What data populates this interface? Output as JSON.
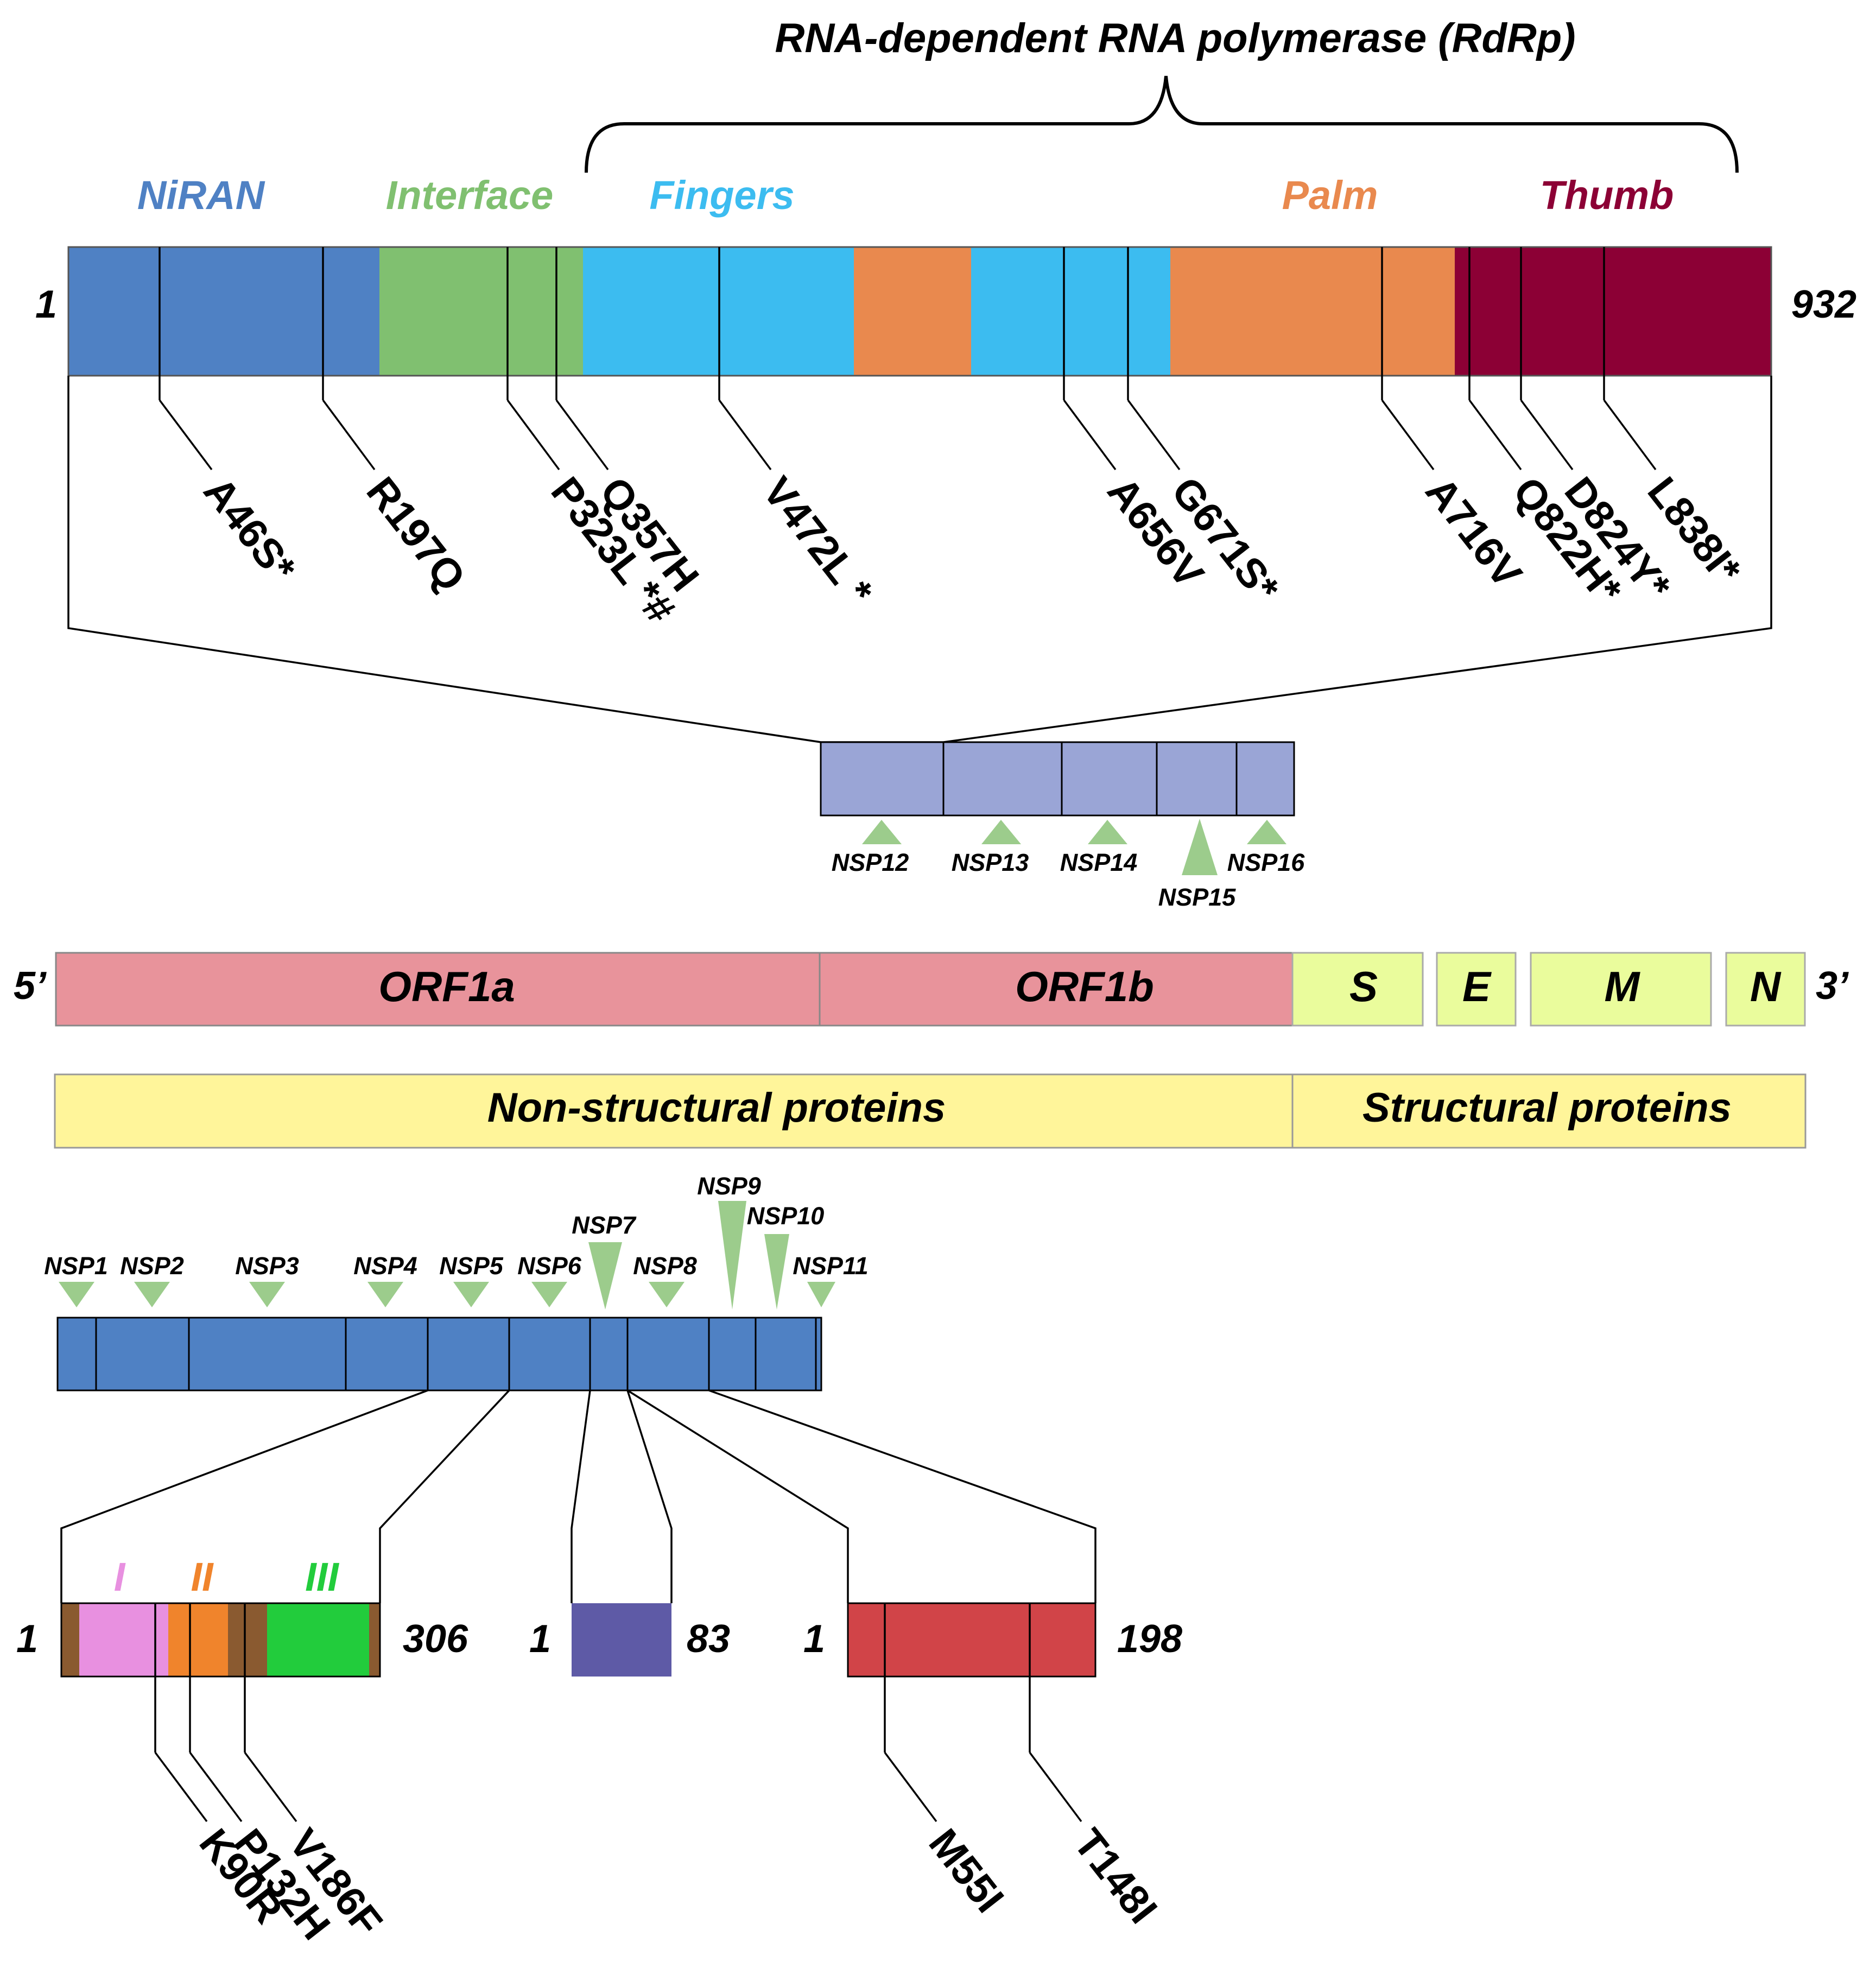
{
  "rdrp": {
    "title": "RNA-dependent RNA polymerase (RdRp)",
    "start": "1",
    "end": "932",
    "domains": [
      {
        "name": "NiRAN",
        "color": "#4f81c4"
      },
      {
        "name": "Interface",
        "color": "#80c070"
      },
      {
        "name": "Fingers",
        "color": "#3cbcf0"
      },
      {
        "name": "Palm",
        "color": "#e9894e"
      },
      {
        "name": "Thumb",
        "color": "#8c0035"
      }
    ],
    "mutations": [
      "A46S*",
      "R197Q",
      "P323L *#",
      "Q357H",
      "V472L *",
      "A656V",
      "G671S*",
      "A716V",
      "Q822H*",
      "D824Y*",
      "L838I*"
    ]
  },
  "nsp_c": {
    "color": "#9aa5d6",
    "labels": [
      "NSP12",
      "NSP13",
      "NSP14",
      "NSP15",
      "NSP16"
    ]
  },
  "genome": {
    "five_prime": "5’",
    "three_prime": "3’",
    "orf1a": "ORF1a",
    "orf1b": "ORF1b",
    "structural": [
      "S",
      "E",
      "M",
      "N"
    ],
    "orf_color": "#e8939b",
    "struct_color": "#eafc9c"
  },
  "protein_classes": {
    "nonstructural": "Non-structural proteins",
    "structural": "Structural proteins",
    "color": "#fff59a"
  },
  "nsp_n": {
    "color": "#4f81c4",
    "labels": [
      "NSP1",
      "NSP2",
      "NSP3",
      "NSP4",
      "NSP5",
      "NSP6",
      "NSP7",
      "NSP8",
      "NSP9",
      "NSP10",
      "NSP11"
    ]
  },
  "triangle_color": "#9ccc8c",
  "nsp5": {
    "start": "1",
    "end": "306",
    "domain_labels": [
      "I",
      "II",
      "III"
    ],
    "domain_colors": [
      "#e890e0",
      "#f0842c",
      "#22cc3c"
    ],
    "linker_color": "#8a5a30",
    "mutations": [
      "K90R",
      "P132H",
      "V186F"
    ]
  },
  "nsp7": {
    "start": "1",
    "end": "83",
    "color": "#5e5aa6"
  },
  "nsp8": {
    "start": "1",
    "end": "198",
    "color": "#d14448",
    "mutations": [
      "M55I",
      "T148I"
    ]
  }
}
